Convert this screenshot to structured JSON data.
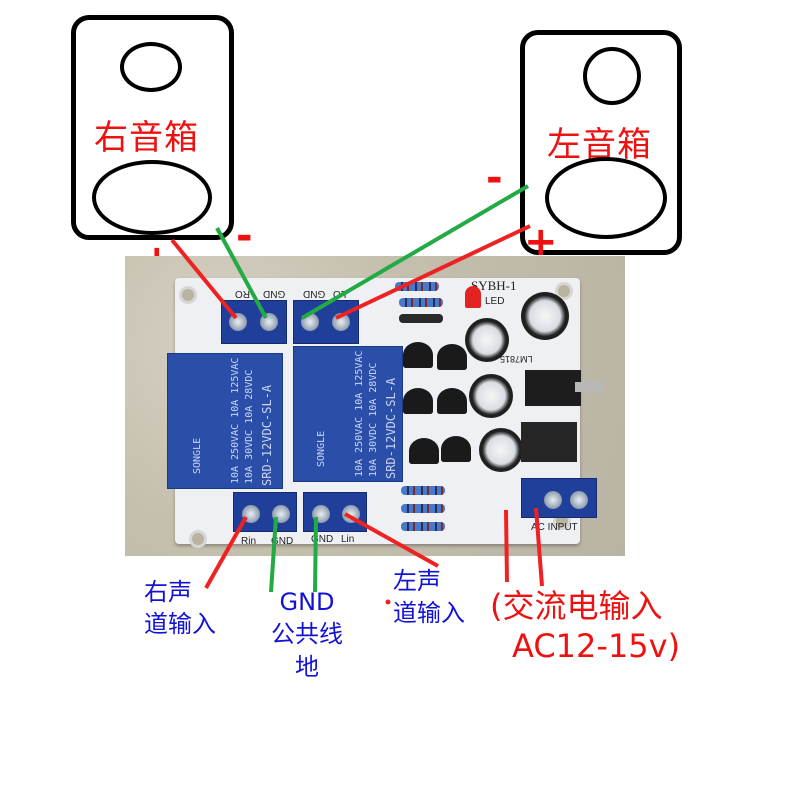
{
  "speakers": {
    "right": {
      "label": "右音箱",
      "plus": "+",
      "minus": "-"
    },
    "left": {
      "label": "左音箱",
      "plus": "+",
      "minus": "-"
    }
  },
  "board": {
    "model": "SYBH-1",
    "led_label": "LED",
    "regulator_label": "LM7815",
    "top_terminals": [
      "RO",
      "GND",
      "GND",
      "LO"
    ],
    "bottom_terminals": [
      "Rin",
      "GND",
      "GND",
      "Lin"
    ],
    "ac_terminal_label": "AC INPUT",
    "relays": [
      {
        "brand": "SONGLE",
        "rating1": "10A 250VAC 10A 125VAC",
        "rating2": "10A 30VDC 10A 28VDC",
        "model": "SRD-12VDC-SL-A"
      },
      {
        "brand": "SONGLE",
        "rating1": "10A 250VAC 10A 125VAC",
        "rating2": "10A 30VDC 10A 28VDC",
        "model": "SRD-12VDC-SL-A"
      }
    ]
  },
  "annotations": {
    "right_input": [
      "右声",
      "道输入"
    ],
    "gnd": [
      "GND",
      "公共线",
      "地"
    ],
    "left_input": [
      "左声",
      "道输入"
    ],
    "ac_input": [
      "(交流电输入",
      "AC12-15v)"
    ]
  },
  "colors": {
    "positive_wire": "#ee2222",
    "ground_wire": "#22aa44",
    "note_text": "#1313d6",
    "speaker_label": "#ee1111"
  }
}
